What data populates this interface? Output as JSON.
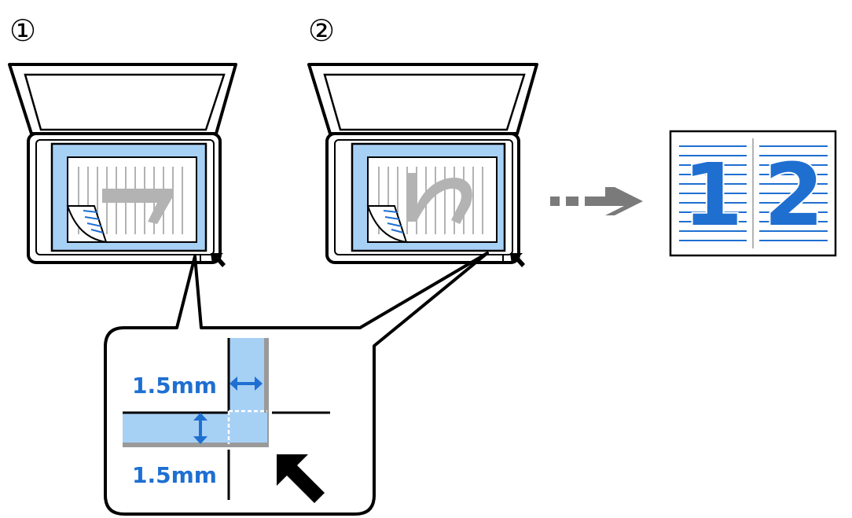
{
  "steps": [
    {
      "number": "①",
      "page_label": "1"
    },
    {
      "number": "②",
      "page_label": "2"
    }
  ],
  "result": {
    "page_left": "1",
    "page_right": "2"
  },
  "callout": {
    "margin_horizontal": "1.5mm",
    "margin_vertical": "1.5mm"
  },
  "colors": {
    "accent_blue": "#1f6fd1",
    "glass_blue": "#a7d0f5",
    "text_blue": "#1f6fd1",
    "page_gray": "#b3b3b3",
    "arrow_gray": "#7a7a7a"
  }
}
